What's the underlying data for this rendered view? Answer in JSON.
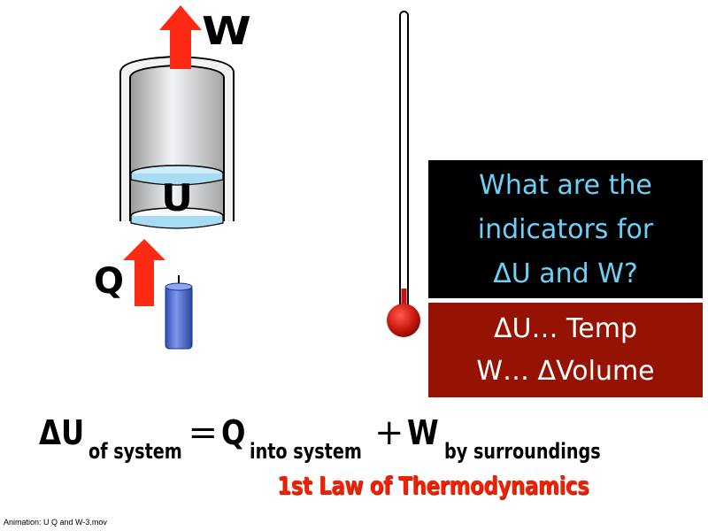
{
  "slide": {
    "labels": {
      "work": "W",
      "heat": "Q",
      "internal_energy": "U"
    },
    "question_box": {
      "lines": [
        "What are the",
        "indicators for",
        "ΔU and W?"
      ],
      "bg_color": "#000000",
      "text_color": "#6ecff6"
    },
    "answer_box": {
      "lines": [
        "ΔU… Temp",
        "W… ΔVolume"
      ],
      "bg_color": "#961303",
      "text_color": "#ffffff"
    },
    "equation": {
      "lhs": "ΔU",
      "lhs_sub": "of system",
      "eq": "=",
      "t1": "Q",
      "t1_sub": "into system",
      "plus": "+",
      "t2": "W",
      "t2_sub": "by surroundings"
    },
    "law_title": "1st Law of Thermodynamics",
    "caption": "Animation: U Q and W-3.mov",
    "colors": {
      "arrow": "#ff2a12",
      "candle": "#4a6fd6",
      "thermometer_fill": "#c8140e",
      "piston": "#bfe6f7"
    }
  }
}
